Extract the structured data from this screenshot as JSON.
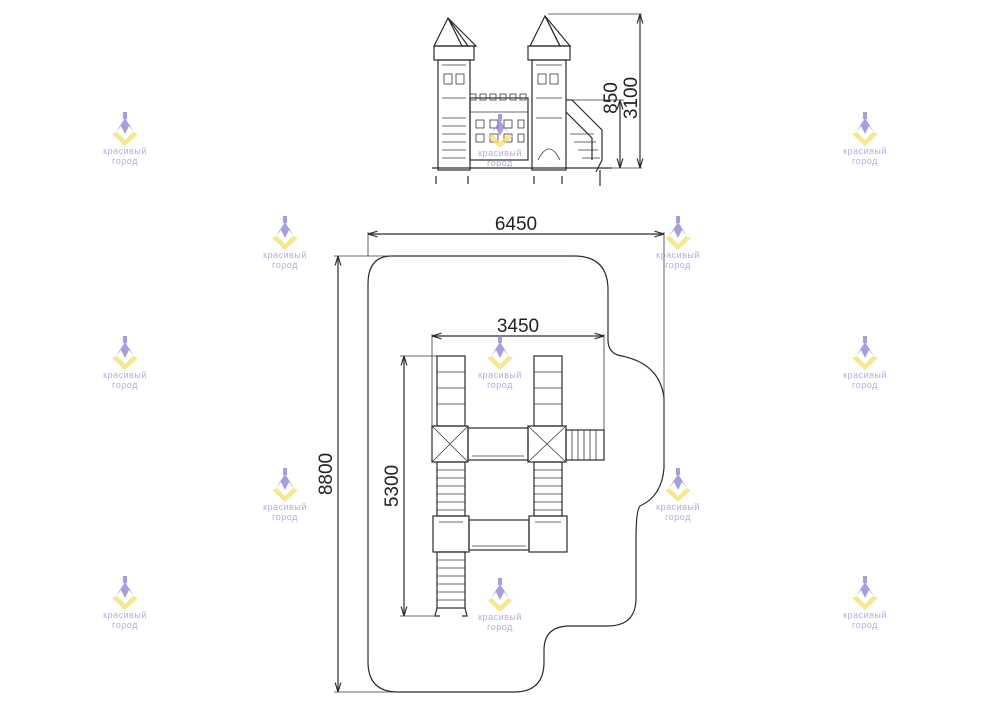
{
  "dimensions": {
    "top_width": "6450",
    "inner_width": "3450",
    "total_height": "8800",
    "inner_height": "5300",
    "elevation_platform": "850",
    "elevation_total": "3100"
  },
  "watermark": {
    "line1": "красивый",
    "line2": "город",
    "logo_colors": {
      "purple": "#8a7fd0",
      "yellow": "#f3e06a"
    }
  }
}
